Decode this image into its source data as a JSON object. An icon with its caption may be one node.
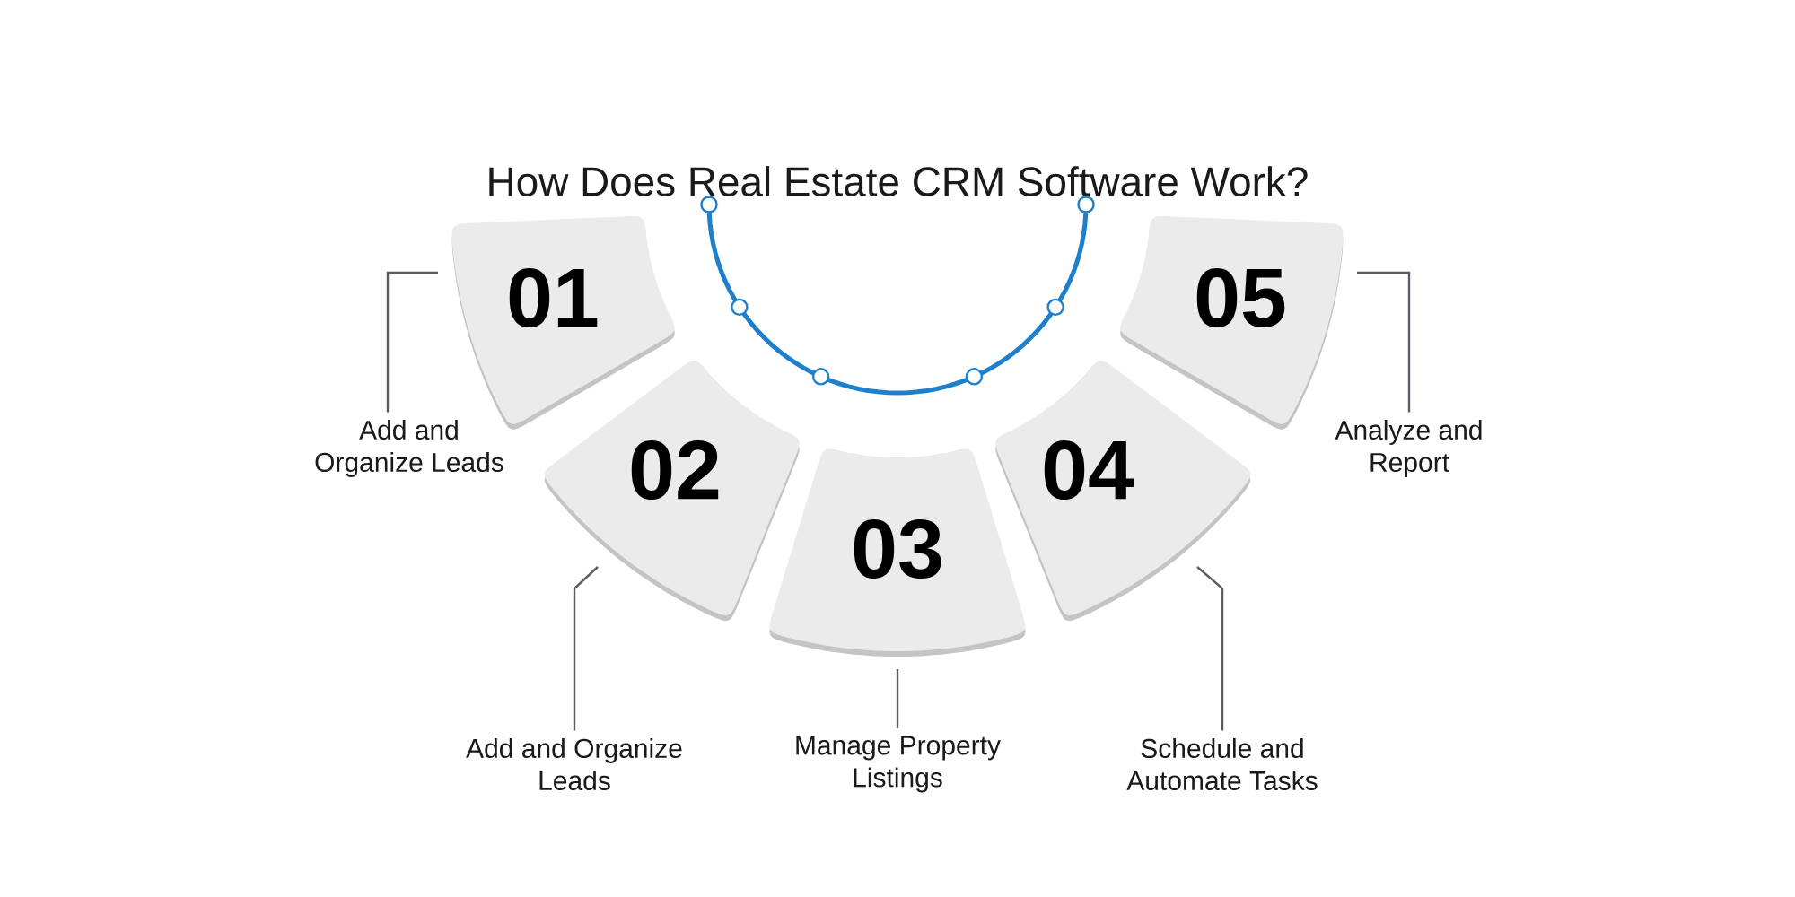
{
  "diagram": {
    "title": "How Does Real Estate CRM Software Work?",
    "nodes": [
      {
        "text": [
          "01"
        ]
      },
      {
        "text": [
          "02"
        ]
      },
      {
        "text": [
          "03"
        ]
      },
      {
        "text": [
          "04"
        ]
      },
      {
        "text": [
          "05"
        ]
      },
      {
        "text": [
          "Add and Organize Leads"
        ]
      },
      {
        "text": [
          "Add and Organize Leads"
        ]
      },
      {
        "text": [
          "Manage Property Listings"
        ]
      },
      {
        "text": [
          "Schedule and Automate Tasks"
        ]
      },
      {
        "text": [
          "Analyze and Report"
        ]
      }
    ],
    "edges": [
      {
        "from": 5,
        "to": 0,
        "arrow": "none"
      },
      {
        "from": 6,
        "to": 1,
        "arrow": "none"
      },
      {
        "from": 7,
        "to": 2,
        "arrow": "none"
      },
      {
        "from": 8,
        "to": 3,
        "arrow": "none"
      },
      {
        "from": 9,
        "to": 4,
        "arrow": "none"
      }
    ]
  }
}
